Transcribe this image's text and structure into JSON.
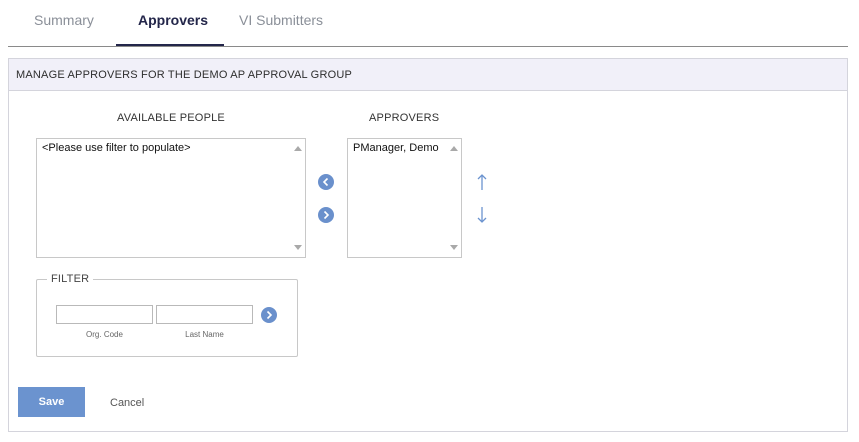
{
  "tabs": [
    {
      "label": "Summary",
      "active": false
    },
    {
      "label": "Approvers",
      "active": true
    },
    {
      "label": "VI Submitters",
      "active": false
    }
  ],
  "panel": {
    "header": "MANAGE APPROVERS FOR THE DEMO AP APPROVAL GROUP"
  },
  "available": {
    "label": "AVAILABLE PEOPLE",
    "items": [
      "<Please use filter to populate>"
    ]
  },
  "approvers": {
    "label": "APPROVERS",
    "items": [
      "PManager, Demo"
    ]
  },
  "transfer": {
    "move_left_icon": "chevron-left-icon",
    "move_right_icon": "chevron-right-icon",
    "move_up_icon": "arrow-up-icon",
    "move_down_icon": "arrow-down-icon"
  },
  "filter": {
    "legend": "FILTER",
    "org_code": {
      "value": "",
      "caption": "Org. Code"
    },
    "last_name": {
      "value": "",
      "caption": "Last Name"
    },
    "go_icon": "chevron-right-icon"
  },
  "actions": {
    "save_label": "Save",
    "cancel_label": "Cancel"
  },
  "colors": {
    "accent": "#6b93cf",
    "active_tab": "#23264a",
    "header_bg": "#f1f0f9"
  }
}
